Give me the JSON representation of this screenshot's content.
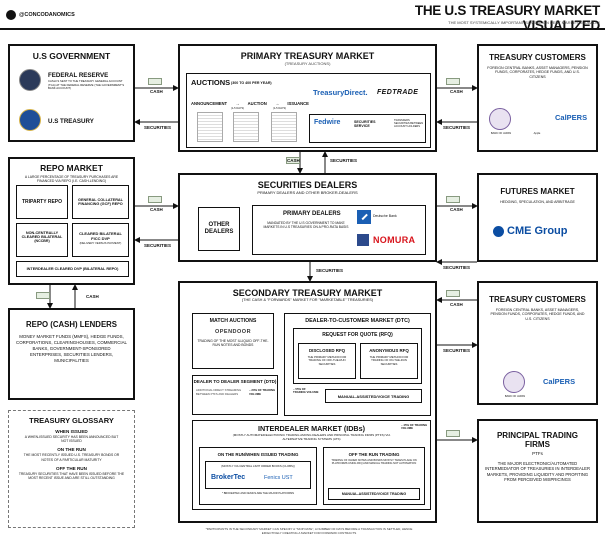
{
  "header": {
    "handle": "@CONCODANOMICS",
    "title": "THE U.S TREASURY MARKET VISUALIZED",
    "subtitle": "THE MOST SYSTEMICALLY IMPORTANT SOVEREIGN DEBT MARKET GLOBALLY"
  },
  "usgov": {
    "title": "U.S GOVERNMENT",
    "fed_name": "FEDERAL RESERVE",
    "fed_desc": "CASH IS SENT TO THE TREASURY GENERAL ACCOUNT (TGA) AT THE FEDERAL RESERVE (THE GOVERNMENT'S BANK ACCOUNT)",
    "treasury_name": "U.S TREASURY"
  },
  "primary": {
    "title": "PRIMARY TREASURY MARKET",
    "subtitle": "(TREASURY AUCTIONS)",
    "auctions_label": "AUCTIONS",
    "auctions_note": "(300 TO 400 PER YEAR)",
    "flow": [
      "ANNOUNCEMENT",
      "AUCTION",
      "ISSUANCE"
    ],
    "flow_notes": [
      "(1-5 DAYS)",
      "(1-5 DAYS)"
    ],
    "treasury_direct": "TreasuryDirect.",
    "fedtrade": "FEDTRADE",
    "fedwire": "Fedwire",
    "fedwire_sub": "Securities Service",
    "fedwire_desc": "TRANSFERS SECURITIES BETWEEN ACCOUNT HOLDERS"
  },
  "customers_top": {
    "title": "TREASURY CUSTOMERS",
    "desc": "FOREIGN CENTRAL BANKS, ASSET MANAGERS, PENSION FUNDS, CORPORATES, HEDGE FUNDS, AND U.S. CITIZENS",
    "logos": [
      "BANK OF JAPAN",
      "Apple",
      "CalPERS"
    ]
  },
  "repo": {
    "title": "REPO MARKET",
    "desc": "A LARGE PERCENTAGE OF TREASURY PURCHASES ARE FINANCED VIA REPO (I.E. CASH-LENDING)",
    "cells": [
      {
        "name": "TRIPARTY REPO",
        "note": ""
      },
      {
        "name": "GENERAL COLLATERAL FINANCING (GCF) REPO",
        "note": ""
      },
      {
        "name": "NON-CENTRALLY CLEARED BILATERAL",
        "note": "(NCCBR)"
      },
      {
        "name": "CLEARED BILATERAL FICC DVP",
        "note": "(DELIVERY VERSUS PAYMENT)"
      }
    ],
    "bottom": "INTERDEALER CLEARED DVP (BILATERAL REPO)"
  },
  "lenders": {
    "title": "REPO (CASH) LENDERS",
    "desc": "MONEY MARKET FUNDS (MMFS), HEDGE FUNDS, CORPORATIONS, CLEARINGHOUSES, COMMERCIAL BANKS, GOVERNMENT-SPONSORED ENTERPRISES, SECURITIES LENDERS, MUNICIPALITIES"
  },
  "dealers": {
    "title": "SECURITIES DEALERS",
    "subtitle": "PRIMARY DEALERS AND OTHER BROKER-DEALERS",
    "other": "OTHER DEALERS",
    "primary_title": "PRIMARY DEALERS",
    "primary_desc": "MANDATED BY THE U.S GOVERNMENT TO MAKE MARKETS IN U.S TREASURIES ON A PRO-RATA BASIS",
    "logos": [
      "Deutsche Bank",
      "NOMURA"
    ]
  },
  "futures": {
    "title": "FUTURES MARKET",
    "desc": "HEDGING, SPECULATION, AND ARBITRAGE",
    "logo": "CME Group"
  },
  "secondary": {
    "title": "SECONDARY TREASURY MARKET",
    "subtitle": "(THE CASH & \"FORWARDS\" MARKET FOR \"MARKETABLE\" TREASURIES)",
    "match_title": "MATCH AUCTIONS",
    "match_logo": "OPENDOOR",
    "match_desc": "TRADING OF THE MOST ILLIQUID OFF-THE-RUN NOTES AND BONDS",
    "dtc_title": "DEALER-TO-CUSTOMER MARKET (DTC)",
    "rfq_title": "REQUEST FOR QUOTE (RFQ)",
    "rfq1_title": "DISCLOSED RFQ",
    "rfq1_desc": "THE PRIMARY METHOD FOR TRADING OF OFF-THE-RUN SECURITIES",
    "rfq2_title": "ANONYMOUS RFQ",
    "rfq2_desc": "THE PRIMARY METHOD FOR TRADING OF ON-THE-RUN SECURITIES",
    "dtc_pct": "~ 55% OF TRADING VOLUME",
    "manual": "MANUAL-ASSISTED/VOICE TRADING",
    "dtd_title": "DEALER TO DEALER SEGMENT (DTD)",
    "dtd_desc": "ADDITIONAL DIRECT STREAMING BETWEEN PTFs AND DEALERS",
    "dtd_pct": "~ 20% OF TRADING VOLUME",
    "idb_title": "INTERDEALER MARKET (IDBs)",
    "idb_desc": "(MOSTLY AUTOMATED/ELECTRONIC TRADING AMONG DEALERS AND PRINCIPAL TRADING FIRMS (PTFs) VIA ALTERNATIVE TRADING SYSTEMS (ATS)",
    "idb_pct": "~ 45% OF TRADING VOLUME",
    "on_title": "ON THE RUN/WHEN ISSUED TRADING",
    "on_desc": "(MOSTLY VIA CENTRAL LIMIT ORDER BOOKS (CLOBs))",
    "on_logos": [
      "BrokerTec",
      "Fenics UST"
    ],
    "on_note": "* BROKERTEC AND FENICS ARE THE MAJOR PLATFORMS",
    "off_title": "OFF THE RUN TRADING",
    "off_desc": "TRADING OF OLDER NOTES AND BONDS MOSTLY TAKES PLACE ON PLATFORMS USING RFQ AND MANUAL TRADING NOT AUTOMATION",
    "off_manual": "MANUAL-ASSISTED/VOICE TRADING"
  },
  "customers_bottom": {
    "title": "TREASURY CUSTOMERS",
    "desc": "FOREIGN CENTRAL BANKS, ASSET MANAGERS, PENSION FUNDS, CORPORATES, HEDGE FUNDS, AND U.S. CITIZENS",
    "logos": [
      "BANK OF JAPAN",
      "CalPERS"
    ]
  },
  "ptf": {
    "title": "PRINCIPAL TRADING FIRMS",
    "sub": "PTFs",
    "desc": "THE MAJOR ELECTRONIC/AUTOMATED INTERMEDIATOR OF TREASURIES IN INTERDEALER MARKETS, PROVIDING LIQUIDITY AND PROFITING FROM PERCEIVED MISPRICINGS"
  },
  "glossary": {
    "title": "TREASURY GLOSSARY",
    "items": [
      {
        "term": "WHEN ISSUED",
        "def": "A WHEN-ISSUED SECURITY HAS BEEN ANNOUNCED BUT NOT ISSUED"
      },
      {
        "term": "ON THE RUN",
        "def": "THE MOST RECENTLY ISSUED U.S. TREASURY BONDS OR NOTES OF A PARTICULAR MATURITY"
      },
      {
        "term": "OFF THE RUN",
        "def": "TREASURY SECURITIES THAT HAVE BEEN ISSUED BEFORE THE MOST RECENT ISSUE AND ARE STILL OUTSTANDING"
      }
    ]
  },
  "footnote": "*PARTICIPANTS IN THE SECONDARY MARKET CAN SPECIFY A \"SKIP DATE\", A NUMBER OF DAYS BEFORE A TRANSACTION IS SETTLED, HENCE EFFECTIVELY CREATING A MARKET FOR FORWARD CONTRACTS",
  "arrows": {
    "cash": "CASH",
    "securities": "SECURITIES"
  },
  "colors": {
    "border": "#111111",
    "blue": "#1a5fb4",
    "red": "#c01c28",
    "cme_blue": "#0b4da2",
    "nomura_red": "#d8141c"
  }
}
